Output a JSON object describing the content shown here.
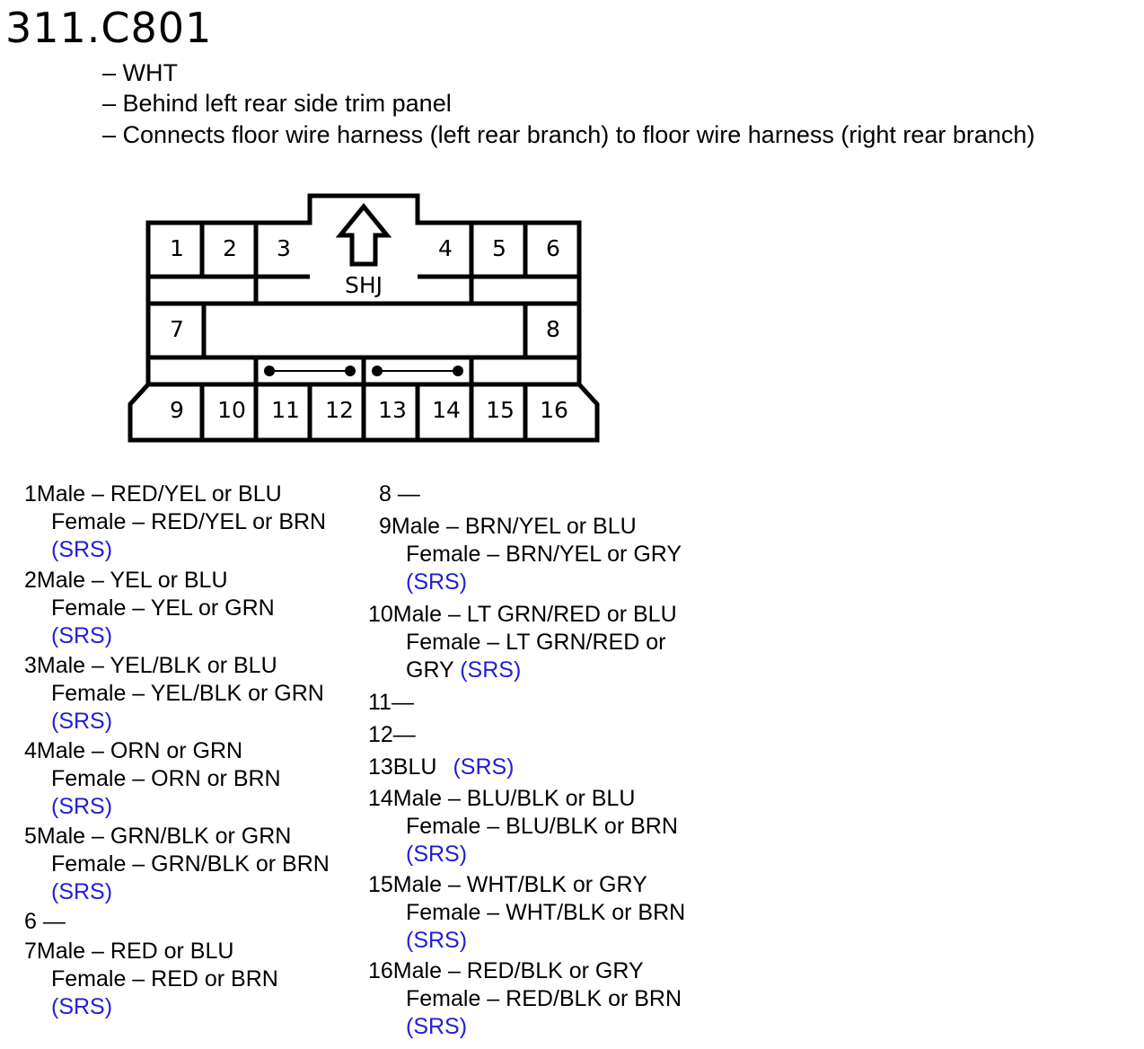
{
  "header": {
    "title": "311.C801",
    "lines": [
      "– WHT",
      "– Behind left rear side trim panel",
      "– Connects floor wire harness (left rear branch) to floor wire harness (right rear branch)"
    ]
  },
  "connector": {
    "top_pins": [
      "1",
      "2",
      "3",
      "4",
      "5",
      "6"
    ],
    "side_pins": [
      "7",
      "8"
    ],
    "bottom_pins": [
      "9",
      "10",
      "11",
      "12",
      "13",
      "14",
      "15",
      "16"
    ],
    "key_label": "SHJ",
    "key_icon": "up-arrow-icon"
  },
  "pins_left": [
    {
      "head": "1Male – RED/YEL or BLU",
      "female": "Female – RED/YEL or BRN",
      "srs": "(SRS)"
    },
    {
      "head": "2Male – YEL or BLU",
      "female": "Female – YEL or GRN",
      "srs": "(SRS)"
    },
    {
      "head": "3Male – YEL/BLK or BLU",
      "female": "Female – YEL/BLK or GRN",
      "srs": "(SRS)"
    },
    {
      "head": "4Male – ORN or  GRN",
      "female": "Female – ORN or BRN",
      "srs": "(SRS)"
    },
    {
      "head": "5Male – GRN/BLK or GRN",
      "female": "Female – GRN/BLK or BRN",
      "srs": "(SRS)"
    },
    {
      "head": "6  —"
    },
    {
      "head": "7Male – RED or BLU",
      "female": "Female – RED or BRN",
      "srs": "(SRS)"
    }
  ],
  "pins_right": [
    {
      "head": "8  —"
    },
    {
      "head": "9Male – BRN/YEL or BLU",
      "female": "Female – BRN/YEL or GRY",
      "srs": "(SRS)"
    },
    {
      "head": "10Male – LT GRN/RED or BLU",
      "female": "Female – LT GRN/RED or",
      "female2": "GRY",
      "srs": "(SRS)"
    },
    {
      "head": "11—"
    },
    {
      "head": "12—"
    },
    {
      "head": "13BLU",
      "srs": "(SRS)"
    },
    {
      "head": "14Male – BLU/BLK or BLU",
      "female": "Female – BLU/BLK or BRN",
      "srs": "(SRS)"
    },
    {
      "head": "15Male – WHT/BLK or GRY",
      "female": "Female – WHT/BLK or BRN",
      "srs": "(SRS)"
    },
    {
      "head": "16Male – RED/BLK or GRY",
      "female": "Female – RED/BLK or BRN",
      "srs": "(SRS)"
    }
  ],
  "colors": {
    "srs": "#1f1fd6"
  }
}
